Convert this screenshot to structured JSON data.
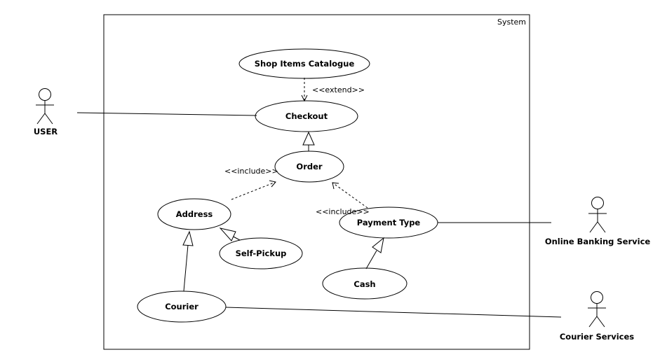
{
  "boundary": {
    "label": "System"
  },
  "actors": {
    "user": "USER",
    "online_banking": "Online Banking Service",
    "courier_services": "Courier Services"
  },
  "use_cases": {
    "shop_items_catalogue": "Shop Items Catalogue",
    "checkout": "Checkout",
    "order": "Order",
    "address": "Address",
    "self_pickup": "Self-Pickup",
    "payment_type": "Payment Type",
    "cash": "Cash",
    "courier": "Courier"
  },
  "relations": {
    "extend": "<<extend>>",
    "include_address": "<<include>>",
    "include_payment": "<<include>>"
  }
}
